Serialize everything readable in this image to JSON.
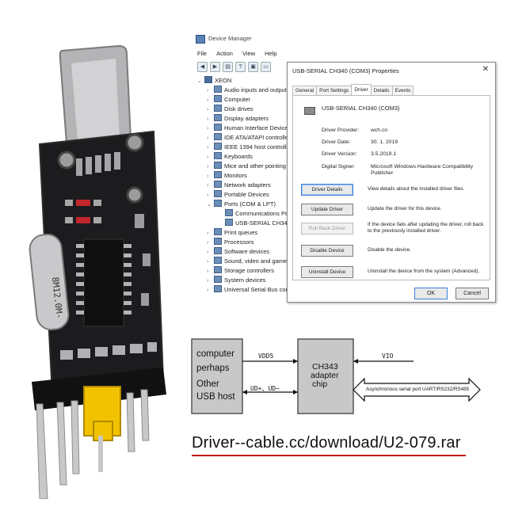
{
  "device_manager": {
    "title": "Device Manager",
    "menu": [
      "File",
      "Action",
      "View",
      "Help"
    ],
    "toolbar_icons": [
      "back-icon",
      "forward-icon",
      "properties-icon",
      "help-icon",
      "scan-icon",
      "monitor-icon"
    ],
    "tree": [
      {
        "label": "XEON",
        "level": 0,
        "expanded": true
      },
      {
        "label": "Audio inputs and outputs",
        "level": 1
      },
      {
        "label": "Computer",
        "level": 1
      },
      {
        "label": "Disk drives",
        "level": 1
      },
      {
        "label": "Display adapters",
        "level": 1
      },
      {
        "label": "Human Interface Devices",
        "level": 1
      },
      {
        "label": "IDE ATA/ATAPI controllers",
        "level": 1
      },
      {
        "label": "IEEE 1394 host controllers",
        "level": 1
      },
      {
        "label": "Keyboards",
        "level": 1
      },
      {
        "label": "Mice and other pointing devices",
        "level": 1
      },
      {
        "label": "Monitors",
        "level": 1
      },
      {
        "label": "Network adapters",
        "level": 1
      },
      {
        "label": "Portable Devices",
        "level": 1
      },
      {
        "label": "Ports (COM & LPT)",
        "level": 1,
        "expanded": true
      },
      {
        "label": "Communications Port (COM1)",
        "level": 2
      },
      {
        "label": "USB-SERIAL CH340 (COM3)",
        "level": 2
      },
      {
        "label": "Print queues",
        "level": 1
      },
      {
        "label": "Processors",
        "level": 1
      },
      {
        "label": "Software devices",
        "level": 1
      },
      {
        "label": "Sound, video and game controllers",
        "level": 1
      },
      {
        "label": "Storage controllers",
        "level": 1
      },
      {
        "label": "System devices",
        "level": 1
      },
      {
        "label": "Universal Serial Bus controllers",
        "level": 1
      }
    ]
  },
  "properties": {
    "title": "USB-SERIAL CH340 (COM3) Properties",
    "close": "✕",
    "tabs": [
      "General",
      "Port Settings",
      "Driver",
      "Details",
      "Events"
    ],
    "active_tab": "Driver",
    "device_name": "USB-SERIAL CH340 (COM3)",
    "info": [
      {
        "label": "Driver Provider:",
        "value": "wch.cn"
      },
      {
        "label": "Driver Date:",
        "value": "30. 1. 2019"
      },
      {
        "label": "Driver Version:",
        "value": "3.5.2019.1"
      },
      {
        "label": "Digital Signer:",
        "value": "Microsoft Windows Hardware Compatibility Publisher"
      }
    ],
    "buttons": [
      {
        "label": "Driver Details",
        "desc": "View details about the installed driver files."
      },
      {
        "label": "Update Driver",
        "desc": "Update the driver for this device."
      },
      {
        "label": "Roll Back Driver",
        "desc": "If the device fails after updating the driver, roll back to the previously installed driver."
      },
      {
        "label": "Disable Device",
        "desc": "Disable the device."
      },
      {
        "label": "Uninstall Device",
        "desc": "Uninstall the device from the system (Advanced)."
      }
    ],
    "ok": "OK",
    "cancel": "Cancel"
  },
  "photo": {
    "crystal_marking": "8M12.0M-"
  },
  "diagram": {
    "host_lines": [
      "computer",
      "perhaps",
      "Other",
      "USB host"
    ],
    "chip_lines": [
      "CH343",
      "adapter",
      "chip"
    ],
    "vdd": "VDD5",
    "data": "UD+、UD−",
    "vio": "VIO",
    "serial": "Asynchronous serial port UART/RS232/RS485"
  },
  "url": "Driver--cable.cc/download/U2-079.rar",
  "colors": {
    "board": "#1c1c1e",
    "jumper": "#f2c200",
    "url_underline": "#c51a1a",
    "block_fill": "#c8c8c8"
  }
}
